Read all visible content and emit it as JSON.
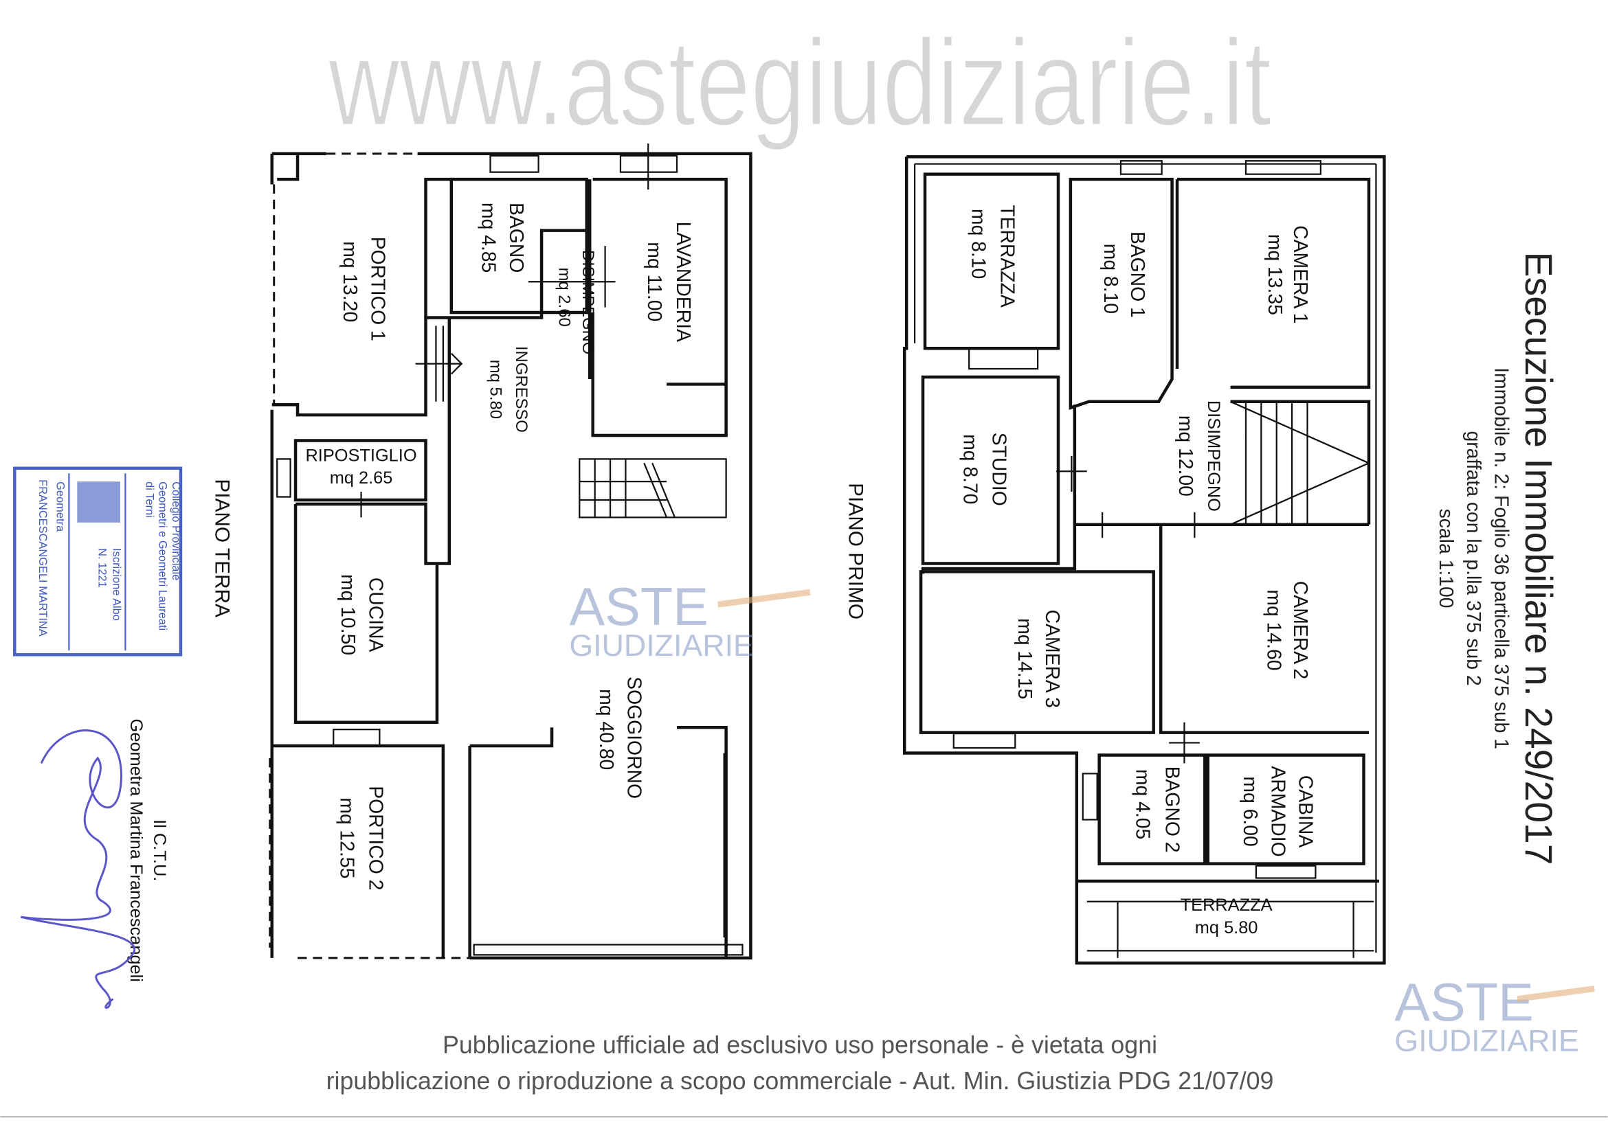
{
  "header": {
    "title": "Esecuzione Immobiliare n. 249/2017",
    "subtitle_lines": [
      "Immobile n. 2: Foglio 36 particella 375 sub 1",
      "graffata con la p.lla 375 sub 2",
      "scala 1:100"
    ]
  },
  "ground_floor": {
    "name": "PIANO TERRA",
    "rooms": [
      {
        "name": "PORTICO 1",
        "area": "mq 13.20"
      },
      {
        "name": "BAGNO",
        "area": "mq 4.85"
      },
      {
        "name": "DISIMPEGNO",
        "area": "mq 2.60"
      },
      {
        "name": "LAVANDERIA",
        "area": "mq 11.00"
      },
      {
        "name": "INGRESSO",
        "area": "mq 5.80"
      },
      {
        "name": "RIPOSTIGLIO",
        "area": "mq 2.65"
      },
      {
        "name": "CUCINA",
        "area": "mq 10.50"
      },
      {
        "name": "SOGGIORNO",
        "area": "mq 40.80"
      },
      {
        "name": "PORTICO 2",
        "area": "mq 12.55"
      }
    ]
  },
  "first_floor": {
    "name": "PIANO PRIMO",
    "rooms": [
      {
        "name": "TERRAZZA",
        "area": "mq 8.10"
      },
      {
        "name": "BAGNO 1",
        "area": "mq 8.10"
      },
      {
        "name": "CAMERA 1",
        "area": "mq 13.35"
      },
      {
        "name": "STUDIO",
        "area": "mq 8.70"
      },
      {
        "name": "DISIMPEGNO",
        "area": "mq 12.00"
      },
      {
        "name": "CAMERA 3",
        "area": "mq 14.15"
      },
      {
        "name": "CAMERA 2",
        "area": "mq 14.60"
      },
      {
        "name": "BAGNO 2",
        "area": "mq 4.05"
      },
      {
        "name": "CABINA",
        "name2": "ARMADIO",
        "area": "mq 6.00"
      },
      {
        "name": "TERRAZZA",
        "area": "mq 5.80"
      }
    ]
  },
  "signature": {
    "role": "Il C.T.U.",
    "name": "Geometra Martina Francescangeli",
    "stamp_lines": [
      "Collegio Provinciale",
      "Geometri e Geometri Laureati",
      "di Terni",
      "Iscrizione Albo",
      "N. 1221",
      "Geometra",
      "FRANCESCANGELI MARTINA"
    ]
  },
  "watermark": {
    "url": "www.astegiudiziarie.it",
    "logo_top": "ASTE",
    "logo_bottom": "GIUDIZIARIE"
  },
  "footer": {
    "line1": "Pubblicazione ufficiale ad esclusivo uso personale - è vietata ogni",
    "line2": "ripubblicazione o riproduzione a scopo commerciale - Aut. Min. Giustizia PDG 21/07/09"
  },
  "colors": {
    "stamp": "#4a63c8",
    "signature": "#5b55c8",
    "watermark_logo": "#7d92c0"
  }
}
